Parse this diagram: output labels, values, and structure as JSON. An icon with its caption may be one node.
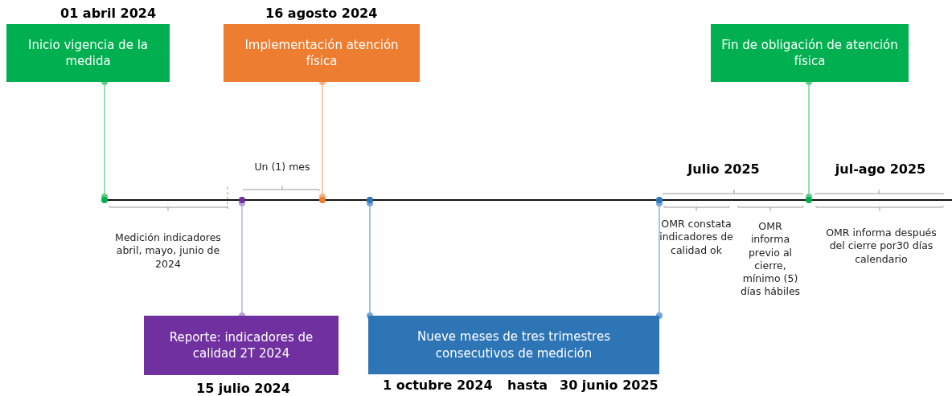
{
  "diagram": {
    "nodes": [
      {
        "text": [
          "01 abril 2024",
          "Inicio vigencia de la medida"
        ]
      },
      {
        "text": [
          "16  agosto 2024",
          "Implementación atención física"
        ]
      },
      {
        "text": [
          "Fin de obligación de atención física"
        ]
      },
      {
        "text": [
          "Reporte: indicadores de calidad 2T 2024",
          "15 julio 2024"
        ]
      },
      {
        "text": [
          "Nueve meses de tres trimestres consecutivos de medición",
          "1 octubre 2024",
          "hasta",
          "30 junio 2025"
        ]
      },
      {
        "text": [],
        "shape": "circle"
      },
      {
        "text": [],
        "shape": "circle"
      },
      {
        "text": [],
        "shape": "circle"
      },
      {
        "text": [],
        "shape": "circle"
      },
      {
        "text": [],
        "shape": "circle"
      },
      {
        "text": [],
        "shape": "circle"
      }
    ],
    "edges": [
      {
        "from": 0,
        "to": 5,
        "arrow": "other",
        "color": "#5fcf85"
      },
      {
        "from": 1,
        "to": 7,
        "arrow": "other",
        "color": "#f4b183"
      },
      {
        "from": 2,
        "to": 10,
        "arrow": "other",
        "color": "#5fcf85"
      },
      {
        "from": 3,
        "to": 6,
        "arrow": "other",
        "color": "#b9a3d6"
      },
      {
        "from": 4,
        "to": 8,
        "arrow": "other",
        "color": "#75a6db"
      },
      {
        "from": 4,
        "to": 9,
        "arrow": "other",
        "color": "#75a6db"
      }
    ],
    "labels": [
      "Un (1) mes",
      "Julio 2025",
      "jul-ago 2025",
      "Medición indicadores abril, mayo, junio de 2024",
      "OMR constata indicadores de calidad ok",
      "OMR informa previo al cierre, mínimo (5) días hábiles",
      "OMR informa después del cierre por30 días calendario"
    ]
  }
}
